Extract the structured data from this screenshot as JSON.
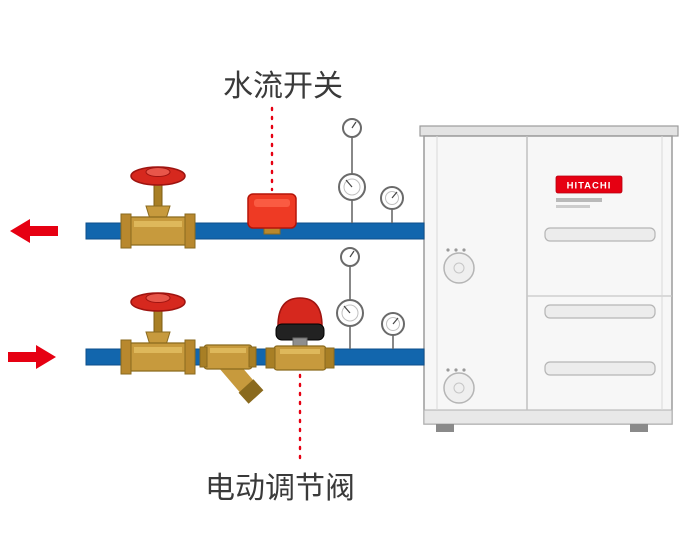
{
  "labels": {
    "flow_switch": "水流开关",
    "motorized_valve": "电动调节阀"
  },
  "unit": {
    "brand": "HITACHI"
  },
  "colors": {
    "pipe_blue": "#1266ad",
    "pipe_blue_dark": "#0d4f8b",
    "arrow_red": "#e60012",
    "switch_red": "#ee3a24",
    "handwheel_red": "#d6281e",
    "actuator_red": "#d6281e",
    "leader_red": "#e60012",
    "logo_red": "#e60012",
    "brass": "#c79a3d",
    "label_text": "#3a3a3a"
  }
}
